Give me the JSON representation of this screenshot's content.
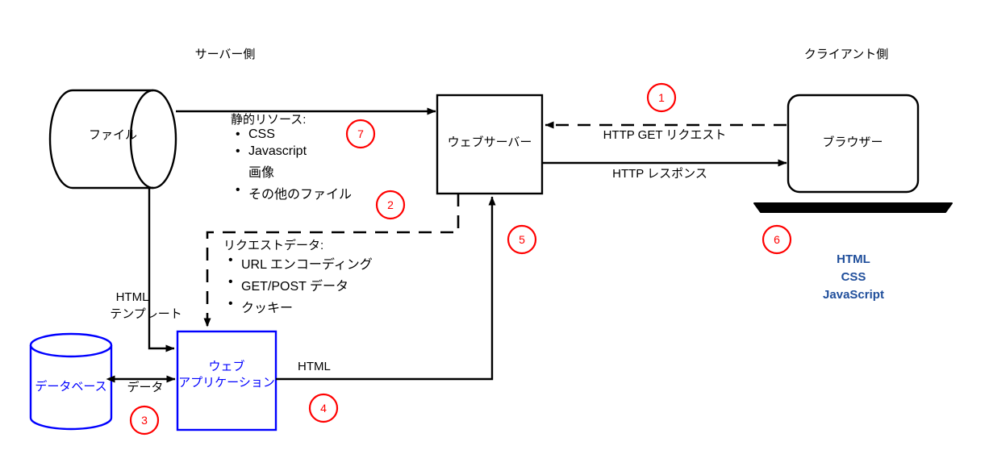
{
  "diagram": {
    "title": "Web request/response architecture diagram (Japanese)",
    "colors": {
      "stroke": "#000000",
      "blue": "#0000ff",
      "navy": "#1f4e9b",
      "red": "#ff0000",
      "background": "#ffffff"
    }
  },
  "side_labels": {
    "server": "サーバー側",
    "client": "クライアント側"
  },
  "nodes": {
    "file": "ファイル",
    "web_server": "ウェブサーバー",
    "browser": "ブラウザー",
    "database": "データベース",
    "web_application_line1": "ウェブ",
    "web_application_line2": "アプリケーション"
  },
  "edge_labels": {
    "http_get_request": "HTTP GET リクエスト",
    "http_response": "HTTP レスポンス",
    "html_template_line1": "HTML",
    "html_template_line2": "テンプレート",
    "data": "データ",
    "html": "HTML"
  },
  "static_resources": {
    "heading": "静的リソース:",
    "items": [
      {
        "text": "CSS",
        "bullet": true
      },
      {
        "text": "Javascript",
        "bullet": true
      },
      {
        "text": "画像",
        "bullet": false
      },
      {
        "text": "その他のファイル",
        "bullet": true
      }
    ]
  },
  "request_data": {
    "heading": "リクエストデータ:",
    "items": [
      {
        "text": "URL エンコーディング",
        "bullet": true
      },
      {
        "text": "GET/POST データ",
        "bullet": true
      },
      {
        "text": "クッキー",
        "bullet": true
      }
    ]
  },
  "client_stack": {
    "lines": [
      "HTML",
      "CSS",
      "JavaScript"
    ]
  },
  "step_markers": [
    {
      "id": "1",
      "label": "1"
    },
    {
      "id": "2",
      "label": "2"
    },
    {
      "id": "3",
      "label": "3"
    },
    {
      "id": "4",
      "label": "4"
    },
    {
      "id": "5",
      "label": "5"
    },
    {
      "id": "6",
      "label": "6"
    },
    {
      "id": "7",
      "label": "7"
    }
  ]
}
